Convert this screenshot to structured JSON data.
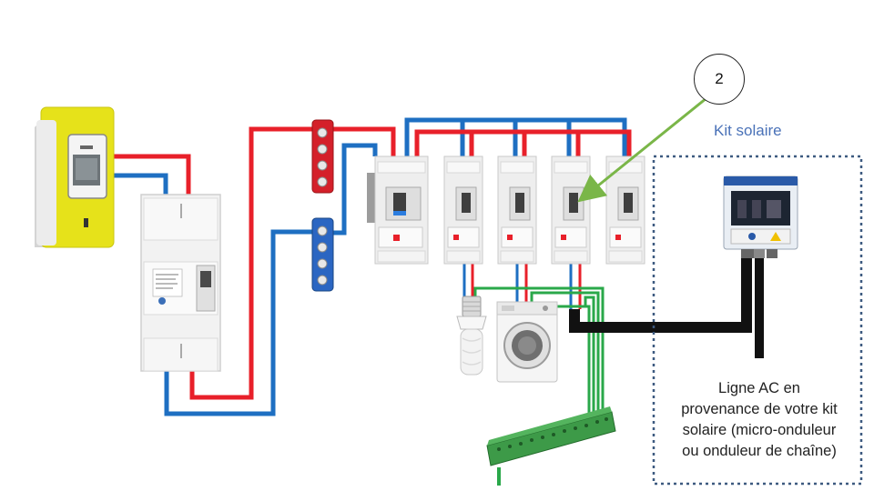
{
  "callout": {
    "number": "2"
  },
  "kit": {
    "title": "Kit solaire",
    "ac_line": [
      "Ligne AC en",
      "provenance de votre kit",
      "solaire (micro-onduleur",
      "ou onduleur de chaîne)"
    ]
  },
  "colors": {
    "phase_wire": "#e8202a",
    "neutral_wire": "#1e6fc2",
    "earth_wire": "#2aa84a",
    "ac_cable": "#111111",
    "meter_yellow": "#e6e21a",
    "kit_border": "#3d5a80",
    "kit_title": "#4a72b8",
    "arrow": "#7ab648"
  },
  "icons": [
    "meter-icon",
    "main-breaker-icon",
    "phase-busbar-icon",
    "neutral-busbar-icon",
    "differential-switch-icon",
    "circuit-breaker-icon",
    "bulb-icon",
    "washing-machine-icon",
    "earth-terminal-block-icon",
    "solar-junction-box-icon"
  ]
}
